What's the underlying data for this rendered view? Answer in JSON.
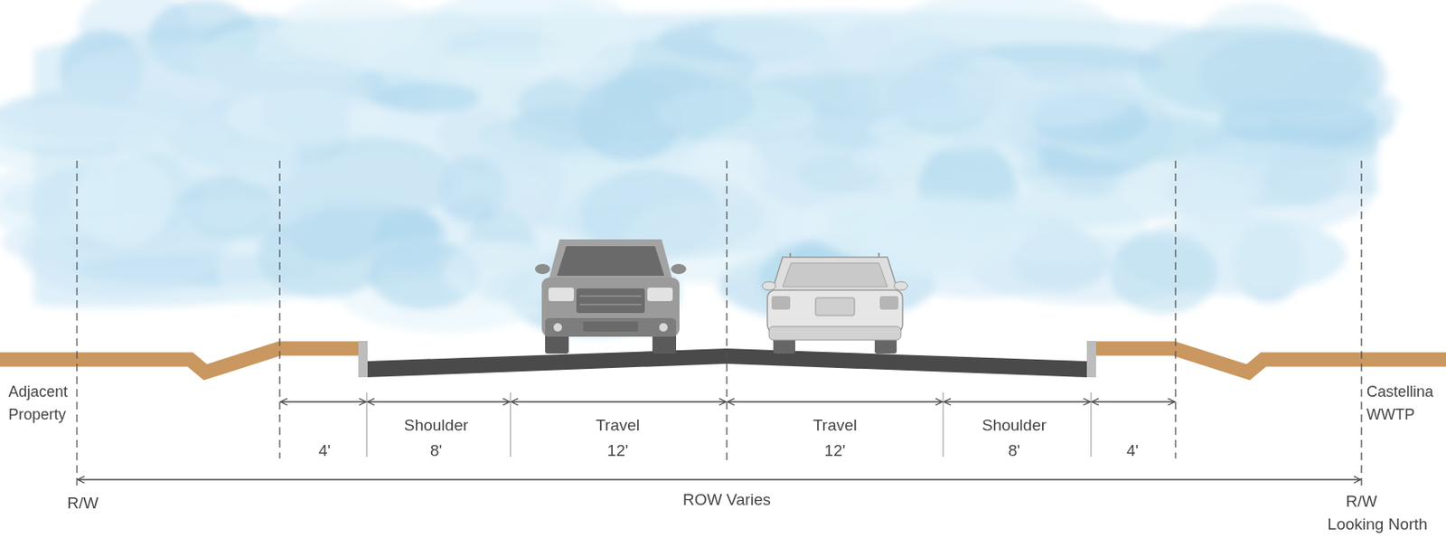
{
  "diagram": {
    "labels": [
      "Adjacent Property",
      "4'",
      "Shoulder",
      "8'",
      "Travel",
      "12'",
      "Travel",
      "12'",
      "Shoulder",
      "8'",
      "4'",
      "Castellina WWTP",
      "R/W",
      "ROW Varies",
      "R/W",
      "Looking North"
    ]
  }
}
